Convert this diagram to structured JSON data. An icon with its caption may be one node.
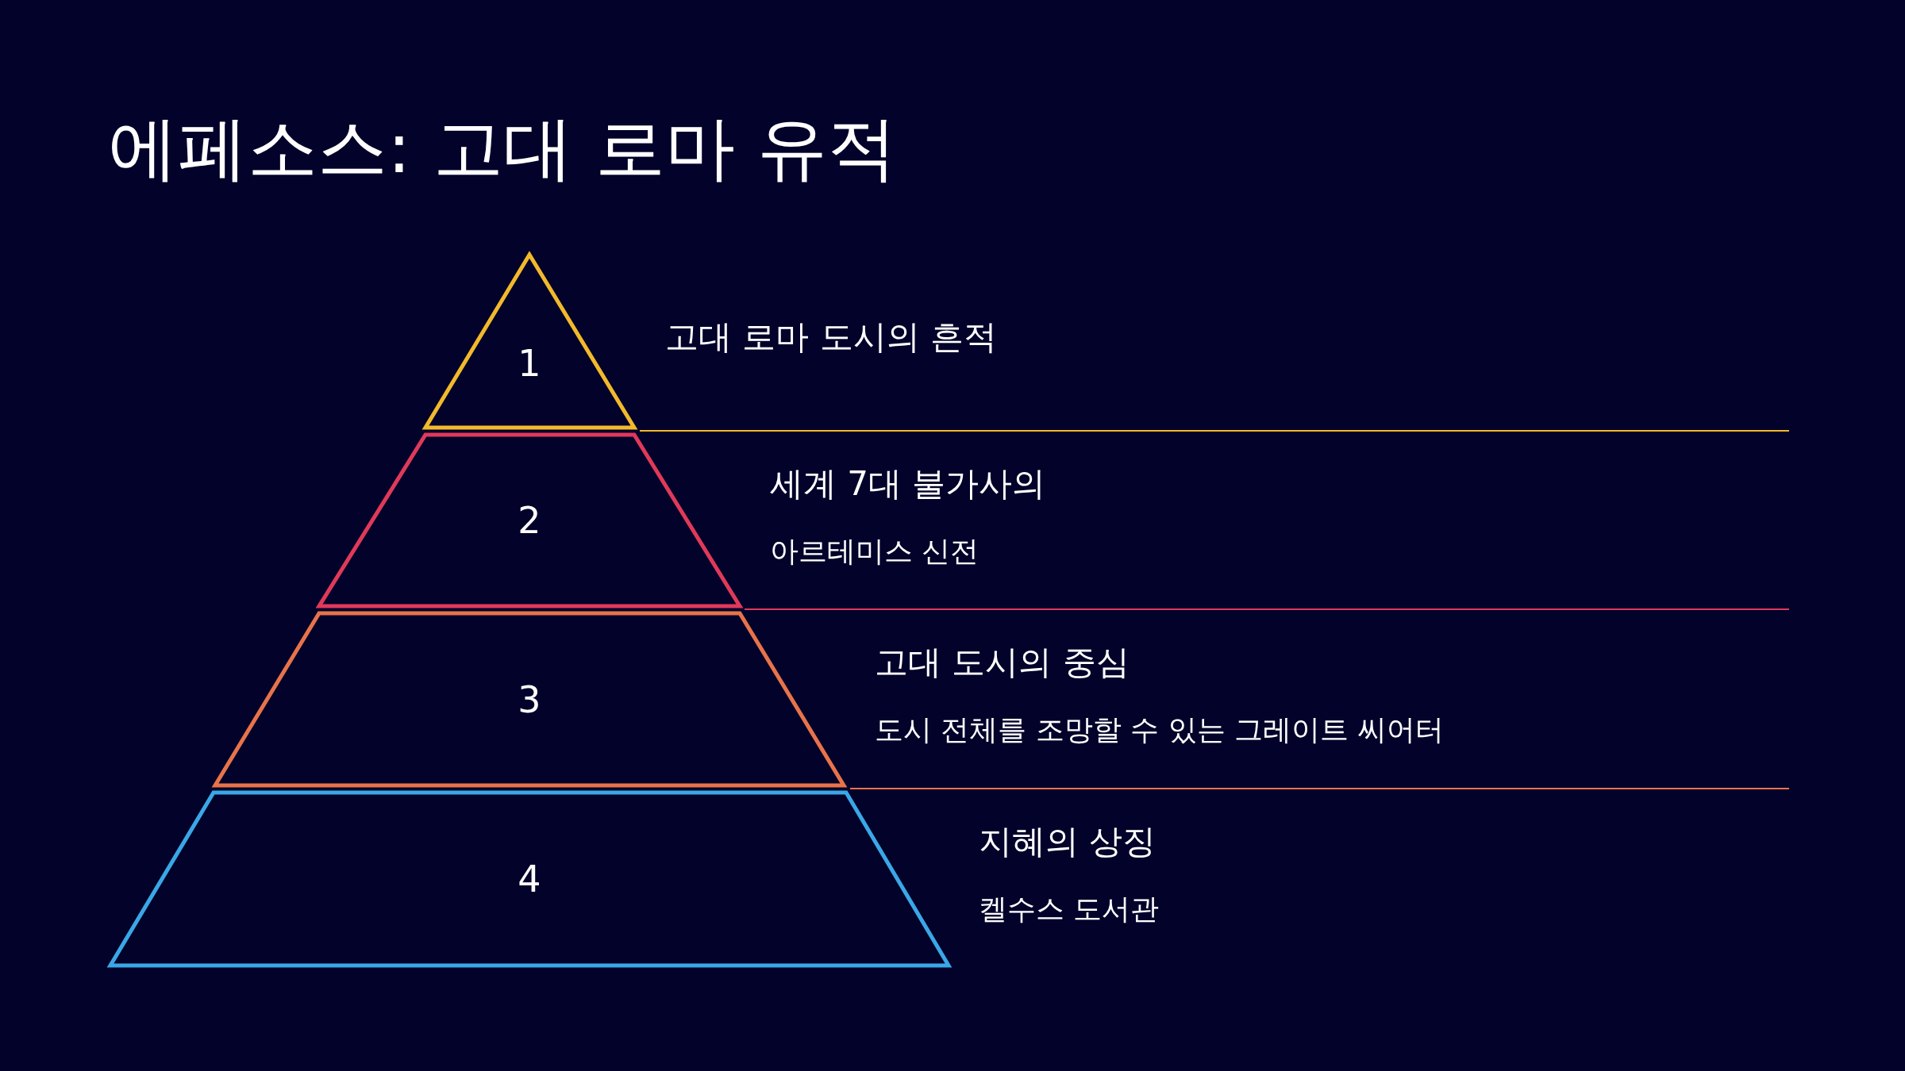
{
  "diagram": {
    "title": "에페소스: 고대 로마 유적",
    "nodes": [
      {
        "text": [
          "1"
        ],
        "beside": [
          "고대 로마 도시의 흔적"
        ]
      },
      {
        "text": [
          "2"
        ],
        "beside": [
          "세계 7대 불가사의",
          "아르테미스 신전"
        ]
      },
      {
        "text": [
          "3"
        ],
        "beside": [
          "고대 도시의 중심",
          "도시 전체를 조망할 수 있는 그레이트 씨어터"
        ]
      },
      {
        "text": [
          "4"
        ],
        "beside": [
          "지혜의 상징",
          "켈수스 도서관"
        ]
      }
    ]
  }
}
